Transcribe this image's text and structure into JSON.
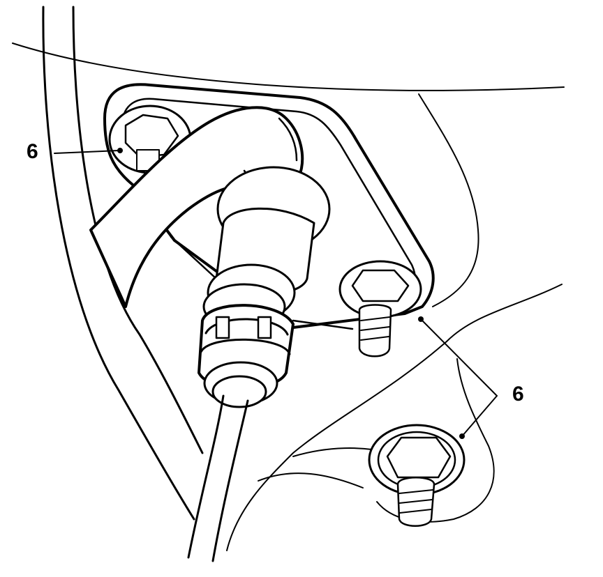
{
  "callouts": [
    {
      "id": "left-bolt",
      "label": "6"
    },
    {
      "id": "right-bolts",
      "label": "6"
    }
  ]
}
